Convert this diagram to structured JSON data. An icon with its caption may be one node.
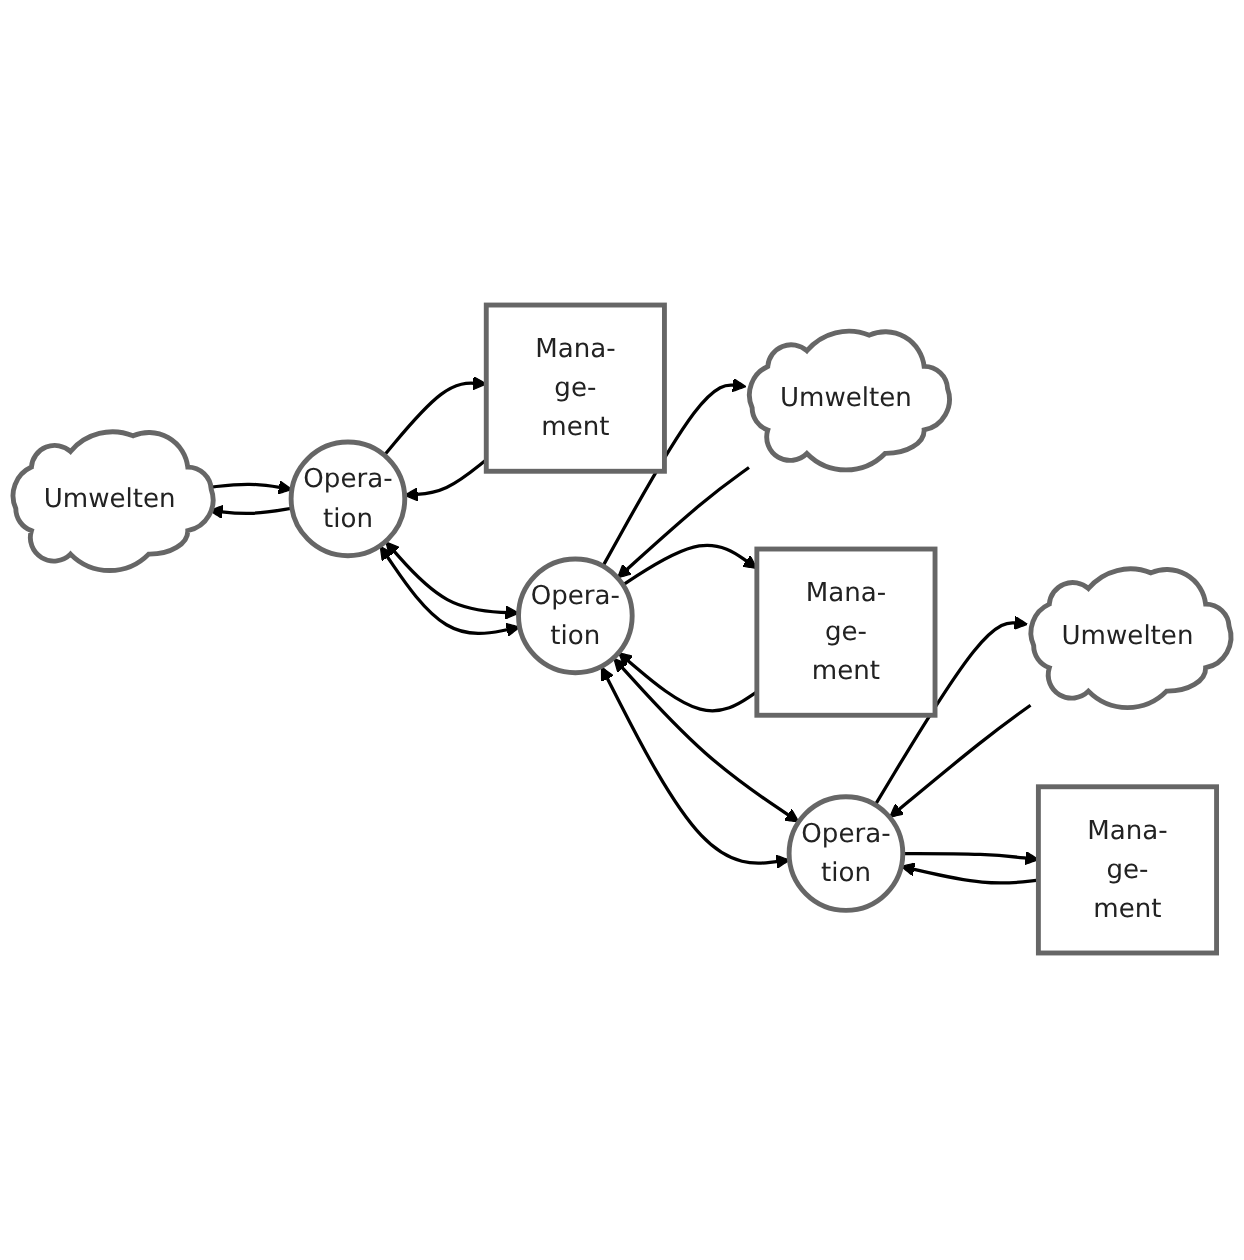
{
  "diagram": {
    "nodes": [
      {
        "text": [
          "Umwelten"
        ]
      },
      {
        "text": [
          "Opera- tion"
        ]
      },
      {
        "text": [
          "Mana- ge- ment"
        ]
      },
      {
        "text": [
          "Umwelten"
        ]
      },
      {
        "text": [
          "Opera- tion"
        ]
      },
      {
        "text": [
          "Mana- ge- ment"
        ]
      },
      {
        "text": [
          "Umwelten"
        ]
      },
      {
        "text": [
          "Opera- tion"
        ]
      },
      {
        "text": [
          "Mana- ge- ment"
        ]
      }
    ],
    "edges": [
      {
        "from": 1,
        "to": 0,
        "arrow": "to"
      },
      {
        "from": 0,
        "to": 1,
        "arrow": "to"
      },
      {
        "from": 2,
        "to": 1,
        "arrow": "to"
      },
      {
        "from": 1,
        "to": 2,
        "arrow": "to"
      },
      {
        "from": 1,
        "to": 4,
        "arrow": "both"
      },
      {
        "from": 1,
        "to": 4,
        "arrow": "both"
      },
      {
        "from": 4,
        "to": 3,
        "arrow": "to"
      },
      {
        "from": 3,
        "to": 4,
        "arrow": "to"
      },
      {
        "from": 5,
        "to": 4,
        "arrow": "to"
      },
      {
        "from": 4,
        "to": 5,
        "arrow": "to"
      },
      {
        "from": 4,
        "to": 7,
        "arrow": "both"
      },
      {
        "from": 4,
        "to": 7,
        "arrow": "both"
      },
      {
        "from": 7,
        "to": 6,
        "arrow": "to"
      },
      {
        "from": 6,
        "to": 7,
        "arrow": "to"
      },
      {
        "from": 8,
        "to": 7,
        "arrow": "to"
      },
      {
        "from": 7,
        "to": 8,
        "arrow": "to"
      }
    ]
  }
}
